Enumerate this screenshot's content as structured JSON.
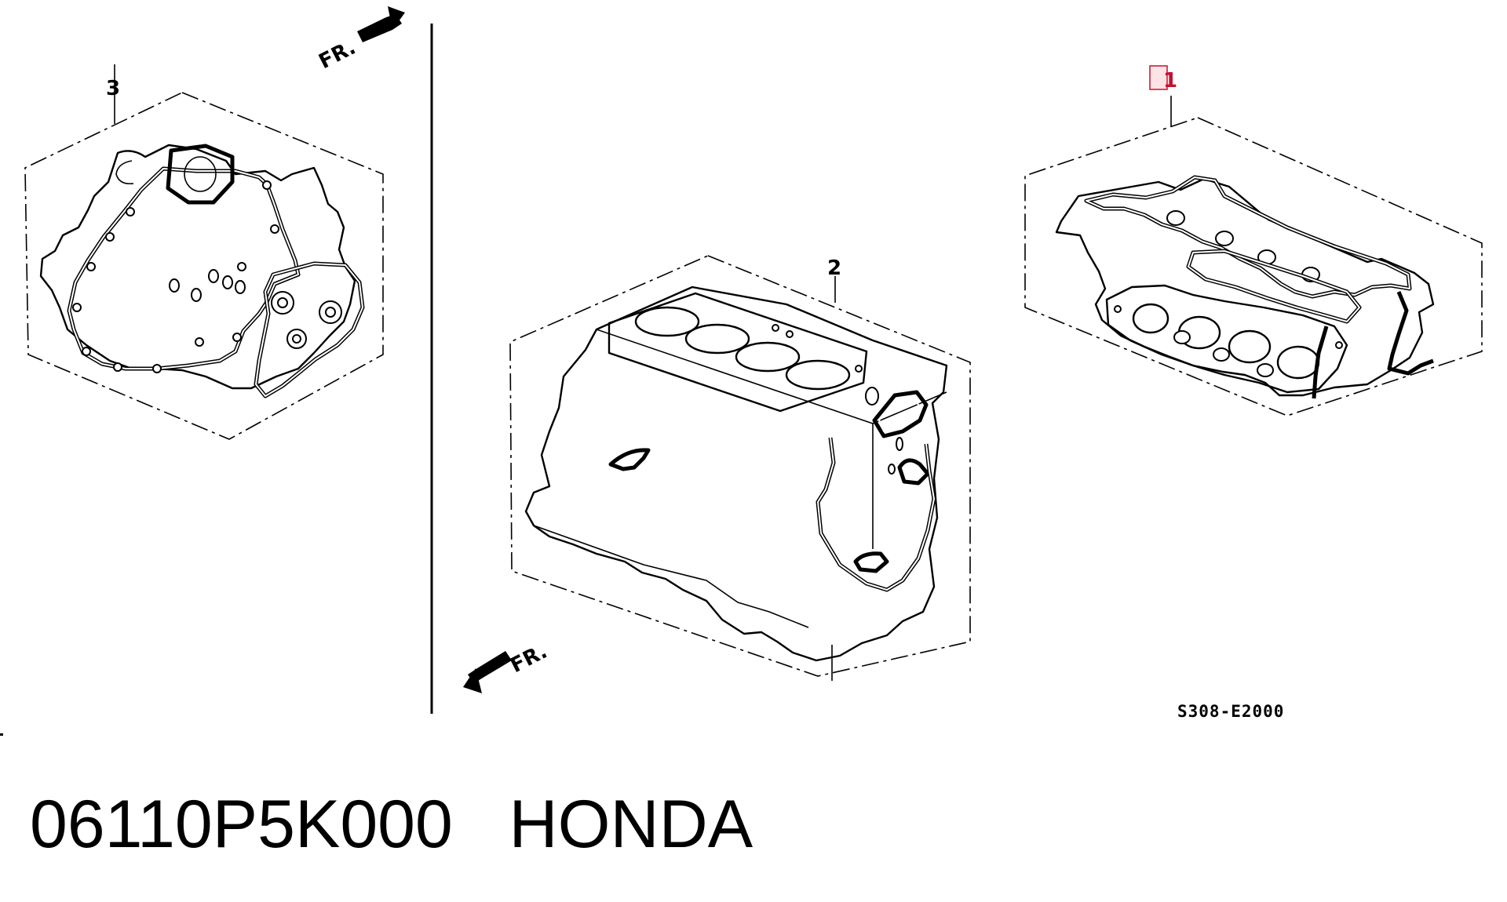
{
  "callouts": {
    "c1": "1",
    "c2": "2",
    "c3": "3"
  },
  "front_arrows": {
    "top": "FR.",
    "bottom": "FR."
  },
  "figure_code": "S308-E2000",
  "footer": {
    "part_number": "06110P5K000",
    "brand": "HONDA"
  },
  "colors": {
    "highlight": "#c8102e"
  }
}
